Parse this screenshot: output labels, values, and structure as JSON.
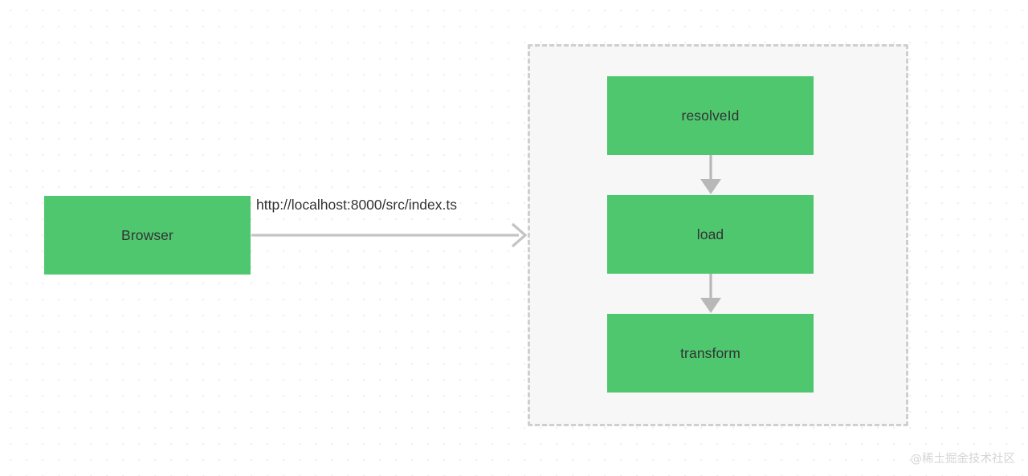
{
  "diagram": {
    "background": {
      "color": "#ffffff",
      "dot_grid_color": "#f0f0f0"
    },
    "nodes": [
      {
        "id": "browser",
        "label": "Browser",
        "color": "#4fc76e",
        "text_color": "#333333"
      },
      {
        "id": "resolveId",
        "label": "resolveId",
        "color": "#4fc76e",
        "text_color": "#333333"
      },
      {
        "id": "load",
        "label": "load",
        "color": "#4fc76e",
        "text_color": "#333333"
      },
      {
        "id": "transform",
        "label": "transform",
        "color": "#4fc76e",
        "text_color": "#333333"
      }
    ],
    "group": {
      "id": "pipeline-group",
      "fill": "#f7f7f7",
      "border_color": "#cfcfcf",
      "border_style": "dashed"
    },
    "edges": [
      {
        "id": "browser-to-pipeline",
        "from": "browser",
        "to": "pipeline-group",
        "label": "http://localhost:8000/src/index.ts",
        "color": "#c4c4c4",
        "arrowhead": "chevron",
        "orientation": "horizontal"
      },
      {
        "id": "resolveid-to-load",
        "from": "resolveId",
        "to": "load",
        "label": "",
        "color": "#b8b8b8",
        "arrowhead": "triangle",
        "orientation": "vertical"
      },
      {
        "id": "load-to-transform",
        "from": "load",
        "to": "transform",
        "label": "",
        "color": "#b8b8b8",
        "arrowhead": "triangle",
        "orientation": "vertical"
      }
    ]
  },
  "watermark": {
    "text": "@稀土掘金技术社区",
    "color": "#d5d5d5"
  }
}
